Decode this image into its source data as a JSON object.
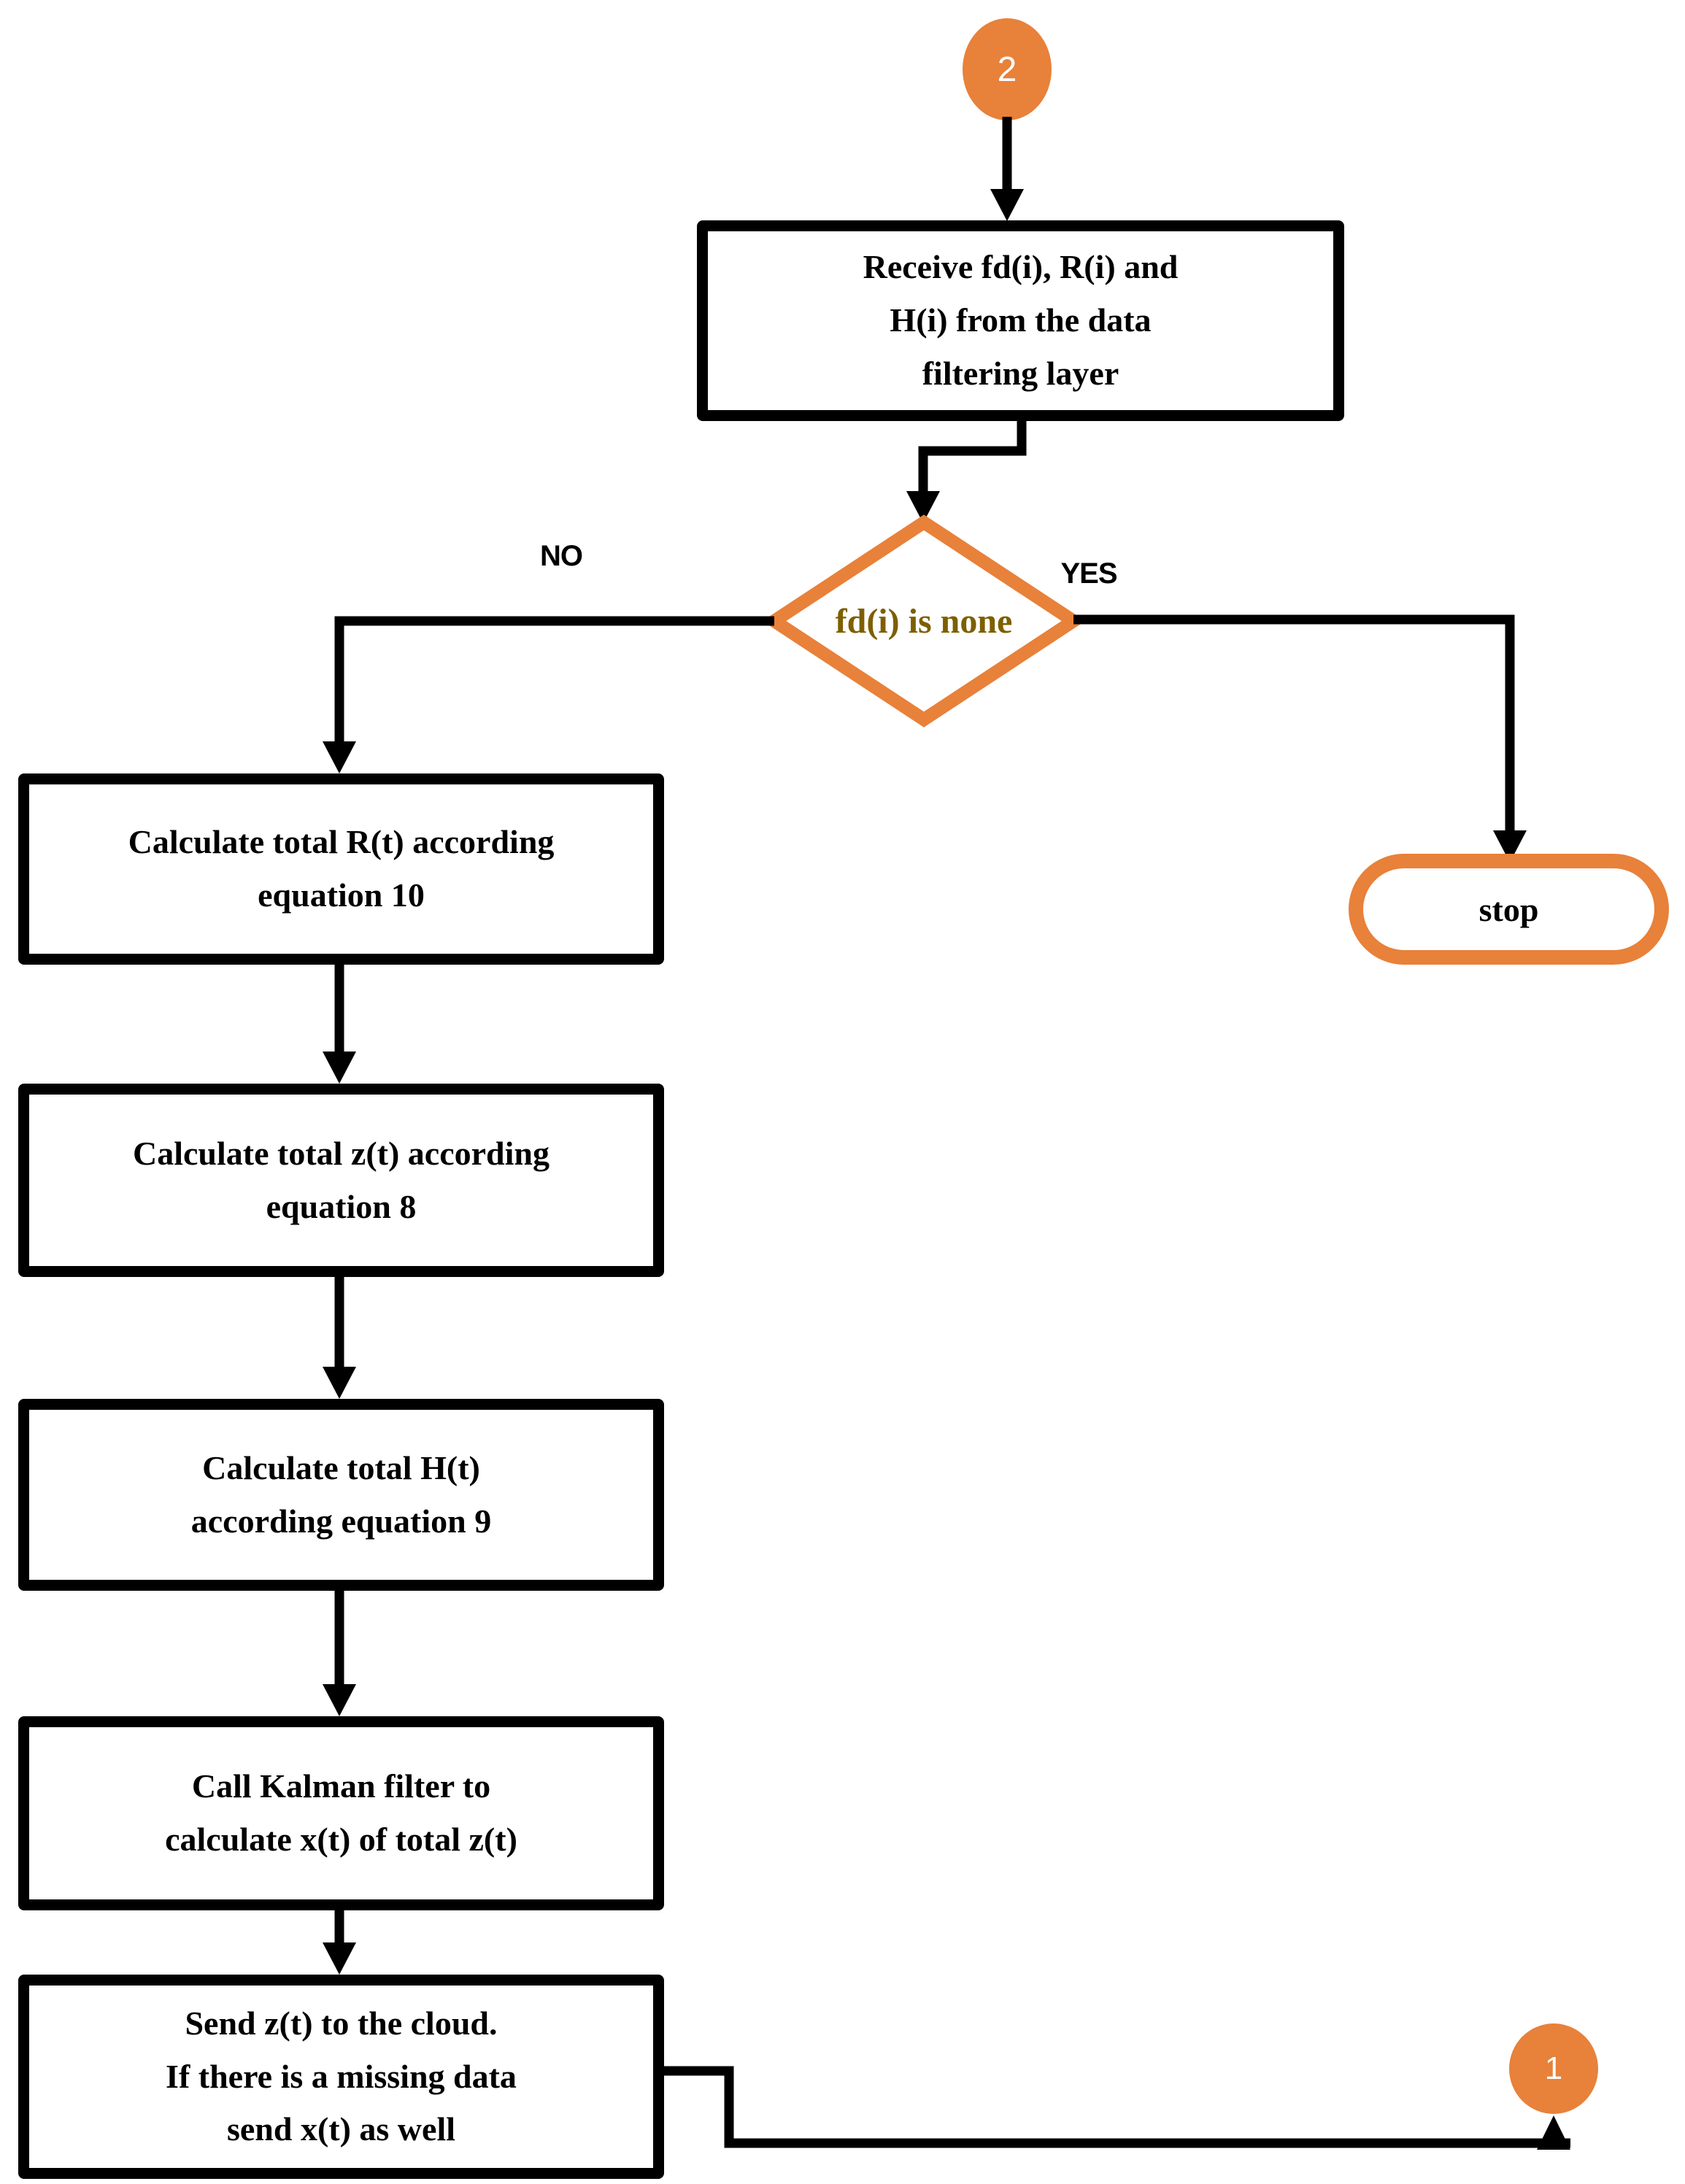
{
  "colors": {
    "accent_orange": "#E8813A",
    "decision_text": "#7D5F00",
    "line_black": "#000000"
  },
  "connectors": {
    "top_circle_label": "2",
    "bottom_circle_label": "1"
  },
  "labels": {
    "no": "NO",
    "yes": "YES"
  },
  "nodes": {
    "receive": {
      "lines": [
        "Receive fd(i), R(i) and",
        "H(i) from the data",
        "filtering layer"
      ]
    },
    "decision": {
      "label": "fd(i) is none"
    },
    "stop": {
      "label": "stop"
    },
    "calc_r": {
      "lines": [
        "Calculate total R(t) according",
        "equation 10"
      ]
    },
    "calc_z": {
      "lines": [
        "Calculate total z(t) according",
        "equation 8"
      ]
    },
    "calc_h": {
      "lines": [
        "Calculate total H(t)",
        "according equation 9"
      ]
    },
    "kalman": {
      "lines": [
        "Call Kalman filter to",
        "calculate x(t) of total z(t)"
      ]
    },
    "send": {
      "lines": [
        "Send z(t) to the cloud.",
        "If there is a missing data",
        "send x(t) as well"
      ]
    }
  }
}
